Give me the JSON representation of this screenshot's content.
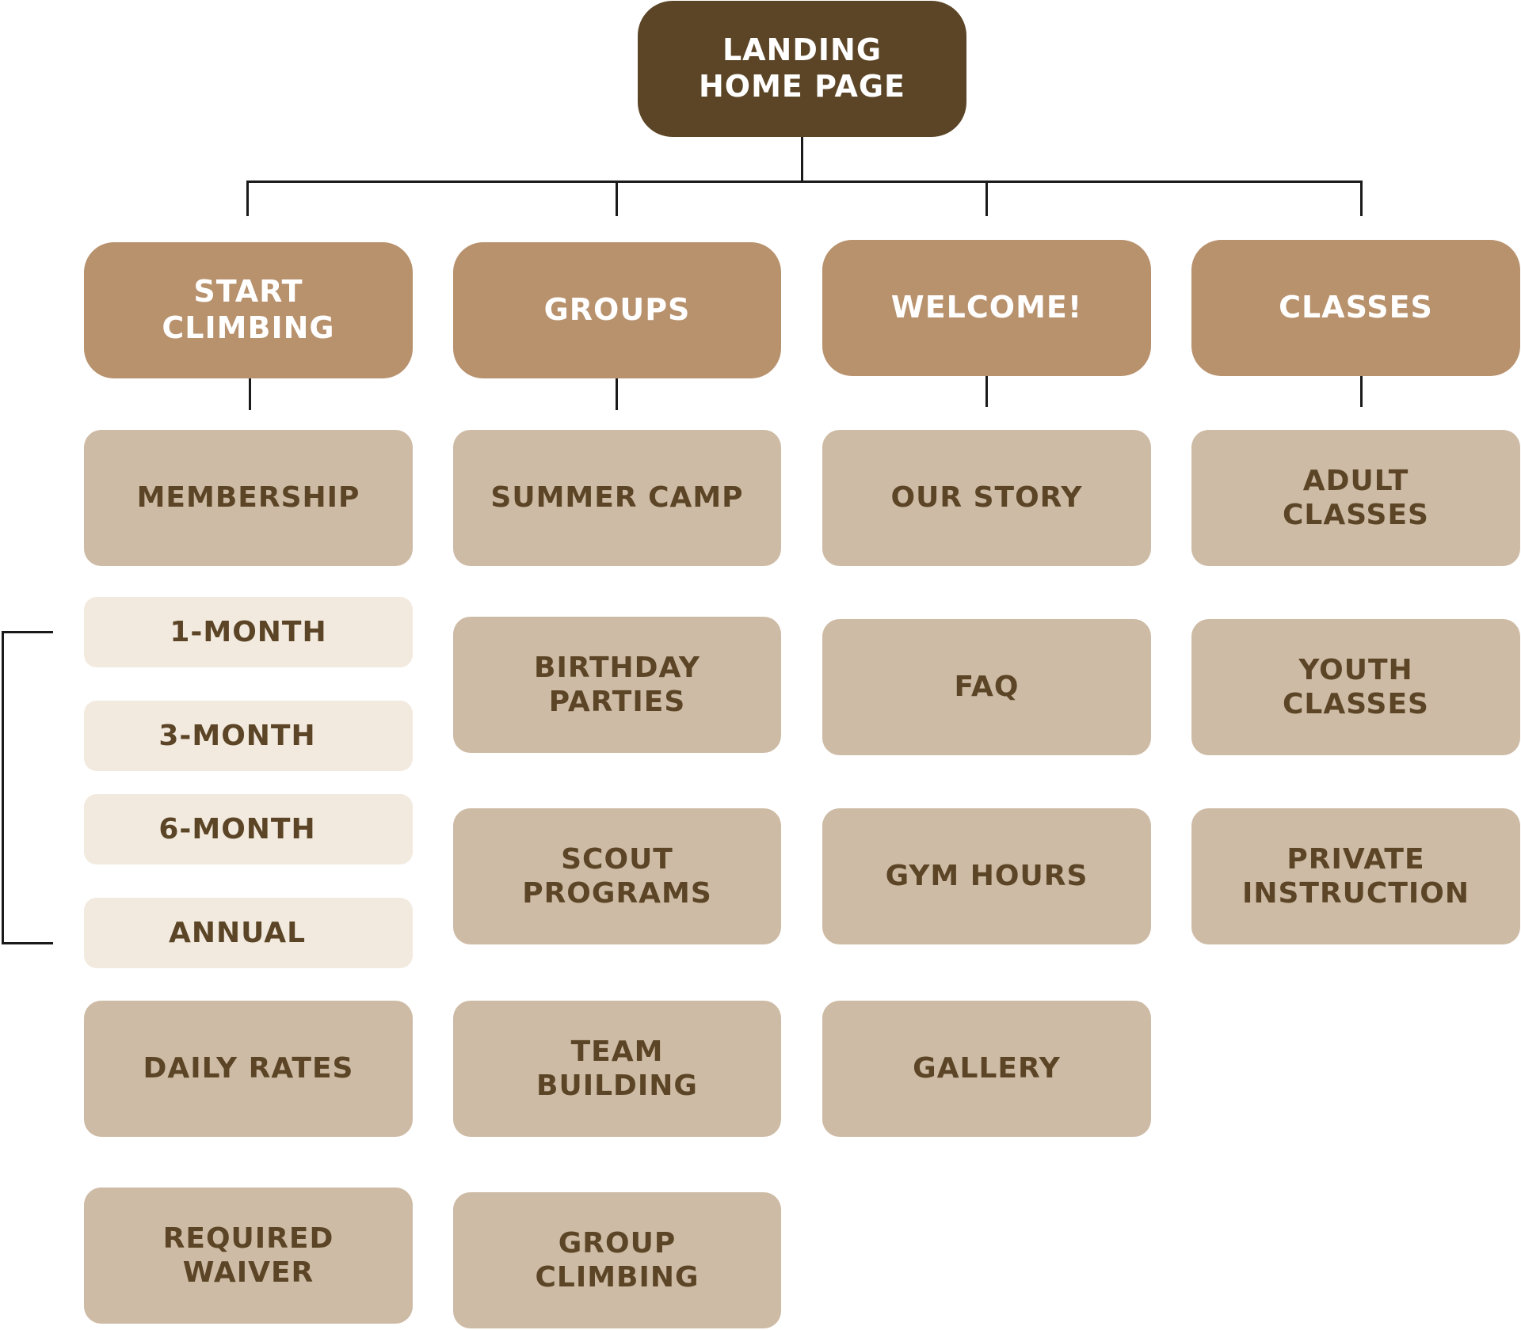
{
  "root": {
    "label": "LANDING\nHOME PAGE"
  },
  "columns": [
    {
      "label": "START\nCLIMBING",
      "items": [
        "MEMBERSHIP",
        "DAILY RATES",
        "REQUIRED\nWAIVER"
      ],
      "membership_options": [
        "1-MONTH",
        "3-MONTH",
        "6-MONTH",
        "ANNUAL"
      ]
    },
    {
      "label": "GROUPS",
      "items": [
        "SUMMER CAMP",
        "BIRTHDAY\nPARTIES",
        "SCOUT\nPROGRAMS",
        "TEAM\nBUILDING",
        "GROUP\nCLIMBING"
      ]
    },
    {
      "label": "WELCOME!",
      "items": [
        "OUR STORY",
        "FAQ",
        "GYM HOURS",
        "GALLERY"
      ]
    },
    {
      "label": "CLASSES",
      "items": [
        "ADULT\nCLASSES",
        "YOUTH\nCLASSES",
        "PRIVATE\nINSTRUCTION"
      ]
    }
  ],
  "colors": {
    "root": "#5b4526",
    "header": "#b8916d",
    "item": "#cebba5",
    "sub_item": "#f3eadf",
    "text_dark": "#5b4526",
    "text_light": "#ffffff",
    "connector": "#1a1a1a"
  }
}
